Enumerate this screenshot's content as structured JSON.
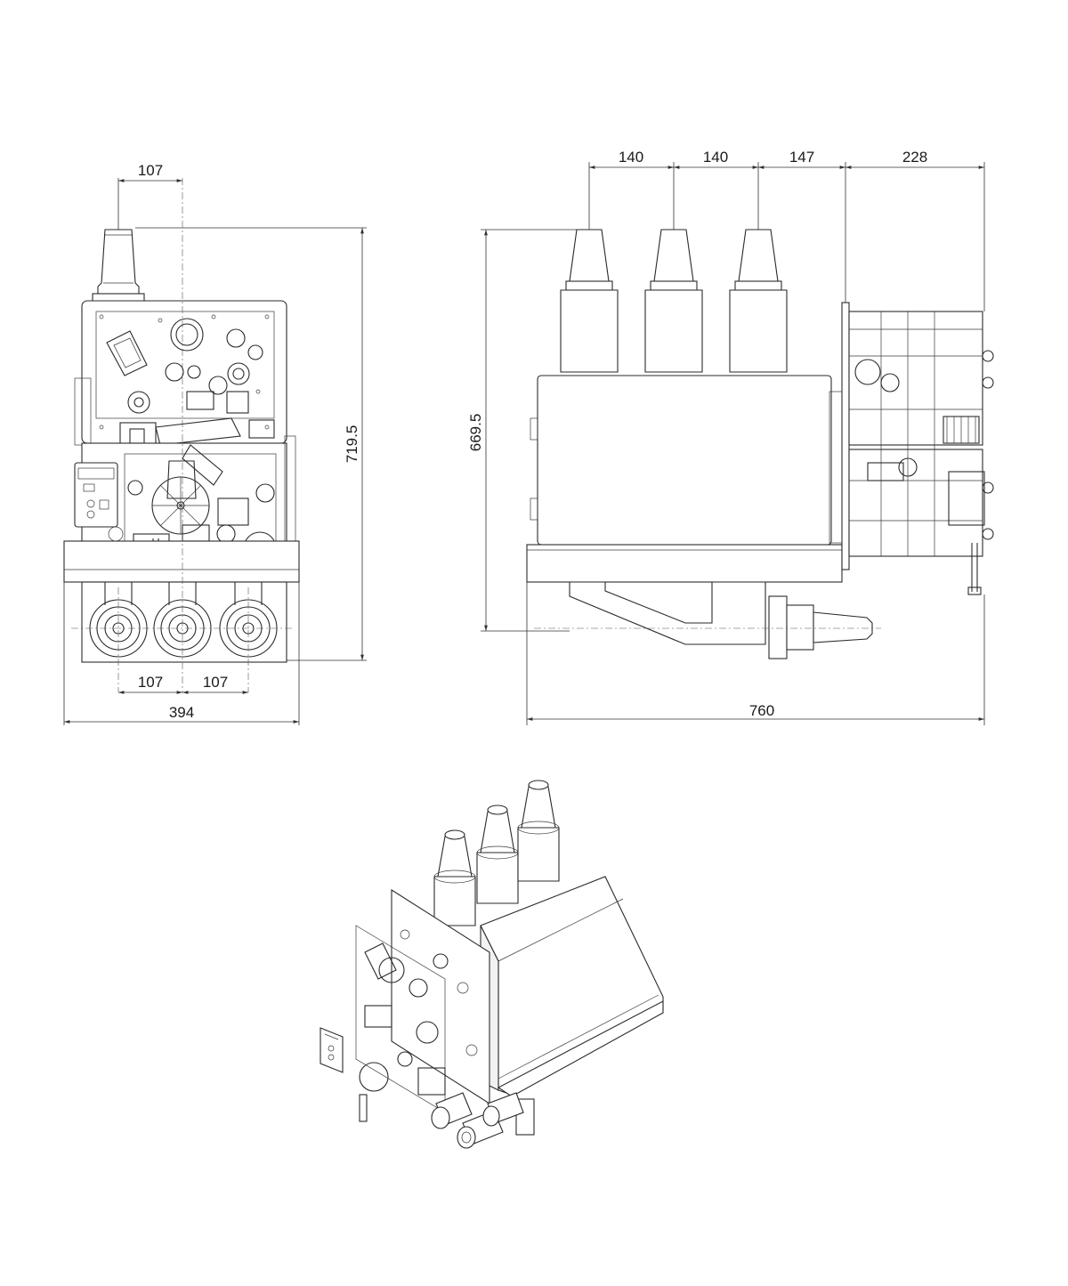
{
  "front_view": {
    "dim_top_pitch": "107",
    "dim_bottom_pitch_left": "107",
    "dim_bottom_pitch_right": "107",
    "dim_overall_width": "394",
    "dim_overall_height": "719.5"
  },
  "side_view": {
    "dim_pitch_1": "140",
    "dim_pitch_2": "140",
    "dim_pitch_3": "147",
    "dim_mechanism": "228",
    "dim_overall_length": "760",
    "dim_height": "669.5"
  },
  "colors": {
    "line": "#2a2a2a",
    "background": "#ffffff"
  }
}
